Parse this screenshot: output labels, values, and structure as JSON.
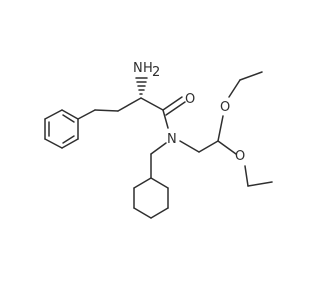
{
  "molecule": {
    "atoms": {
      "nh2": {
        "element": "N",
        "hydrogens": "2"
      },
      "carbonyl_o": {
        "element": "O"
      },
      "amide_n": {
        "element": "N"
      },
      "ether_o1": {
        "element": "O"
      },
      "ether_o2": {
        "element": "O"
      }
    }
  }
}
